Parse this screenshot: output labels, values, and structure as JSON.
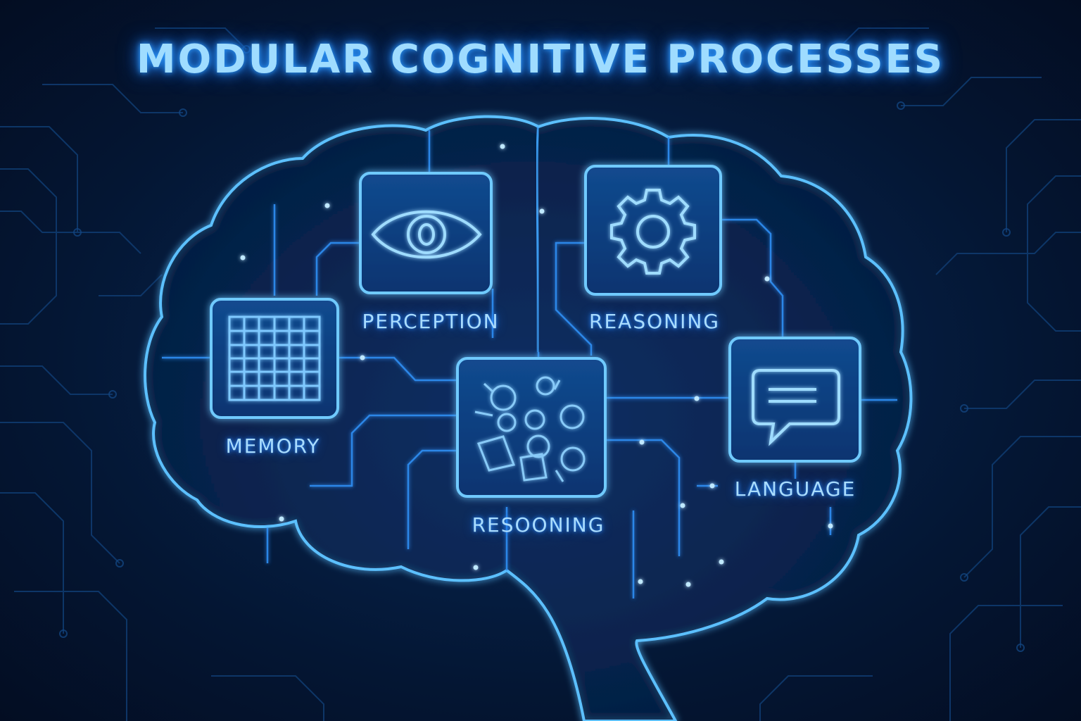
{
  "title": "MODULAR COGNITIVE PROCESSES",
  "colors": {
    "background": "#041126",
    "glow": "#2f9bff",
    "outline": "#5cc0ff",
    "text": "#a9dcff"
  },
  "modules": [
    {
      "label": "PERCEPTION",
      "icon": "eye-icon"
    },
    {
      "label": "REASONING",
      "icon": "gear-icon"
    },
    {
      "label": "MEMORY",
      "icon": "grid-icon"
    },
    {
      "label": "RESOONING",
      "icon": "molecules-icon"
    },
    {
      "label": "LANGUAGE",
      "icon": "speech-bubble-icon"
    }
  ]
}
